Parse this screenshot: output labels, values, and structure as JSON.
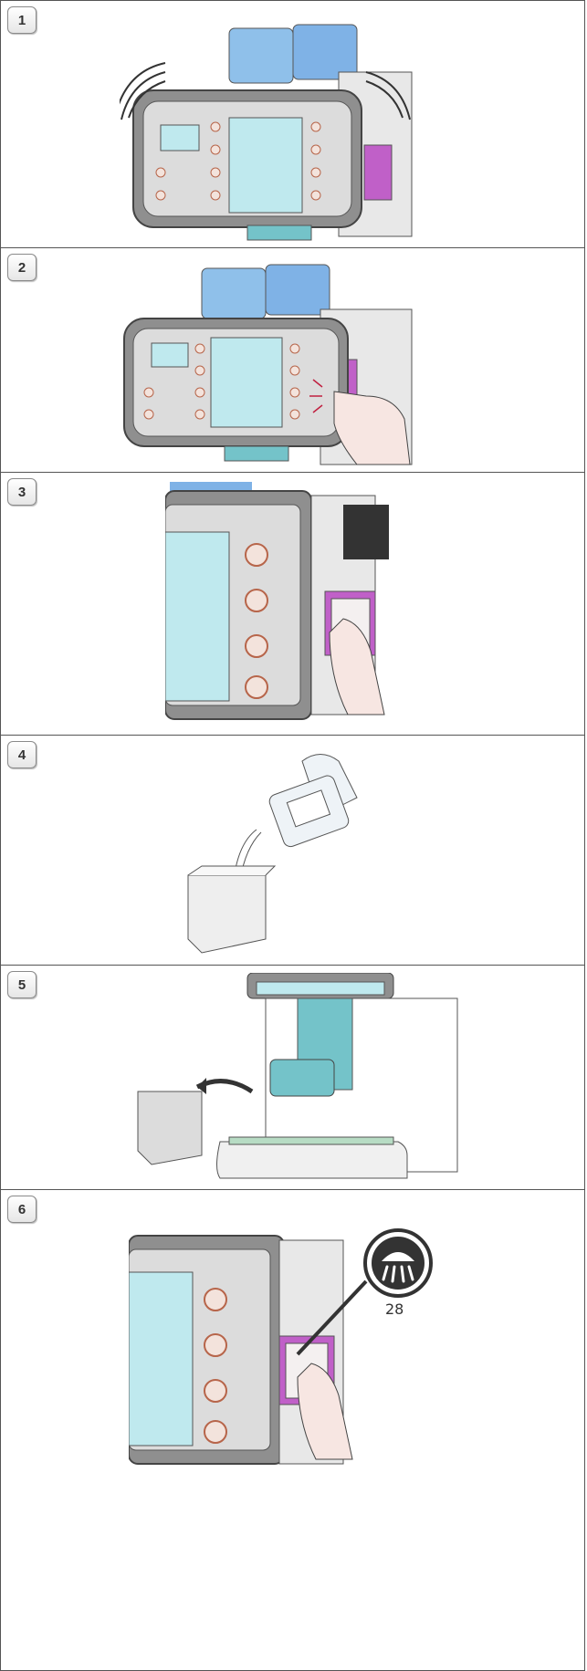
{
  "steps": [
    {
      "number": "1",
      "illustration": "machine-indicator-beep"
    },
    {
      "number": "2",
      "illustration": "press-side-button"
    },
    {
      "number": "3",
      "illustration": "press-keypad-button"
    },
    {
      "number": "4",
      "illustration": "pour-cleaner-into-container"
    },
    {
      "number": "5",
      "illustration": "place-container-under-spout"
    },
    {
      "number": "6",
      "illustration": "select-rinse-program"
    }
  ],
  "callout": {
    "icon": "shower-rinse-icon",
    "number": "28"
  },
  "colors": {
    "panel_border": "#555555",
    "display": "#bfe9ee",
    "magenta": "#c060c8",
    "blue": "#7fb2e6",
    "teal": "#74c3c9"
  }
}
